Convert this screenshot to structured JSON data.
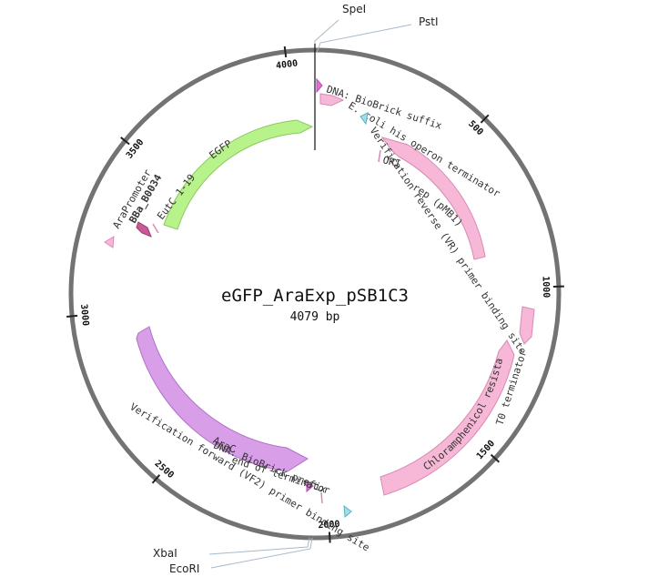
{
  "plasmid": {
    "name": "eGFP_AraExp_pSB1C3",
    "length_label": "4079 bp",
    "length_bp": 4079
  },
  "ticks": [
    {
      "label": "500",
      "bp": 500
    },
    {
      "label": "1000",
      "bp": 1000
    },
    {
      "label": "1500",
      "bp": 1500
    },
    {
      "label": "2000",
      "bp": 2000
    },
    {
      "label": "2500",
      "bp": 2500
    },
    {
      "label": "3000",
      "bp": 3000
    },
    {
      "label": "3500",
      "bp": 3500
    },
    {
      "label": "4000",
      "bp": 4000
    }
  ],
  "sites": [
    {
      "label": "SpeI"
    },
    {
      "label": "PstI"
    },
    {
      "label": "XbaI"
    },
    {
      "label": "EcoRI"
    }
  ],
  "features": [
    {
      "id": "egfp",
      "label": "EGFP",
      "color": "#b7f28b",
      "stroke": "#8cc863"
    },
    {
      "id": "rep",
      "label": "rep (pMB1)",
      "color": "#f6b8d6",
      "stroke": "#d98ab3"
    },
    {
      "id": "cmr",
      "label": "Chloramphenicol resistance",
      "color": "#f6b8d6",
      "stroke": "#d98ab3"
    },
    {
      "id": "arac",
      "label": "AraC",
      "color": "#d99ee8",
      "stroke": "#b070c8"
    },
    {
      "id": "t0",
      "label": "T0 terminator",
      "color": "#f6b8d6",
      "stroke": "#d98ab3"
    },
    {
      "id": "term_top",
      "label": "E. coli his operon terminator",
      "color": "#f6b8d6",
      "stroke": "#d98ab3"
    },
    {
      "id": "suffix",
      "label": "DNA: BioBrick suffix",
      "color": "#e070d8",
      "stroke": "#b050b0"
    },
    {
      "id": "vr",
      "label": "Verification reverse (VR) primer binding site",
      "color": "#9ee0e8",
      "stroke": "#60b0c0"
    },
    {
      "id": "ori",
      "label": "ORI",
      "color": "#f6b8d6",
      "stroke": "#d98ab3"
    },
    {
      "id": "prefix",
      "label": "DNA: BioBrick prefix",
      "color": "#e070d8",
      "stroke": "#b050b0"
    },
    {
      "id": "endterm",
      "label": "end of terminator",
      "color": "#f6b8d6",
      "stroke": "#d98ab3"
    },
    {
      "id": "vf2",
      "label": "Verification forward (VF2) primer binding site",
      "color": "#9ee0e8",
      "stroke": "#60b0c0"
    },
    {
      "id": "arapromoter",
      "label": "AraPromoter",
      "color": "#f6b8d6",
      "stroke": "#d98ab3"
    },
    {
      "id": "rbs",
      "label": "BBa_B0034",
      "color": "#c75a96",
      "stroke": "#9a3a70"
    },
    {
      "id": "eutc",
      "label": "EutC 1-19",
      "color": "#f6b8d6",
      "stroke": "#d98ab3"
    }
  ],
  "colors": {
    "backbone": "#737373",
    "site_line": "#a9b9c8",
    "text": "#222222"
  }
}
